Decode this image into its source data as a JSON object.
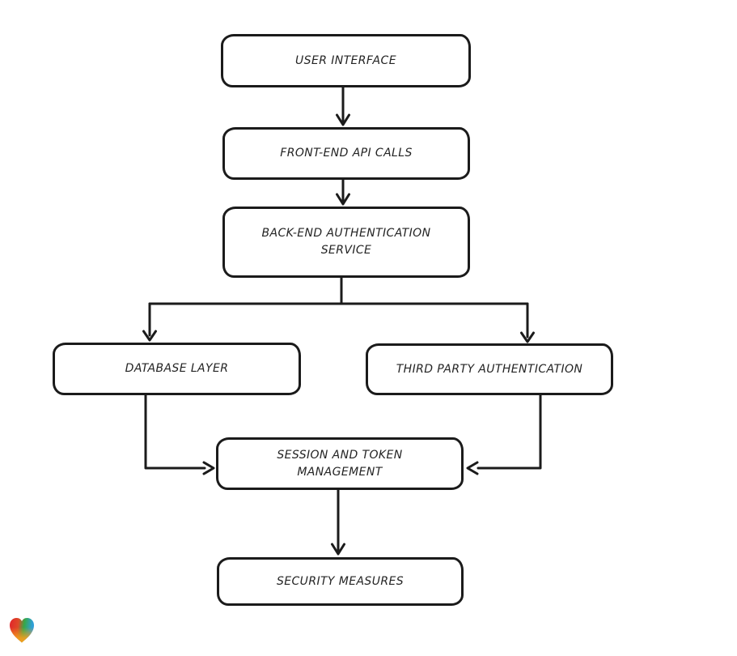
{
  "colors": {
    "background": "#ffffff",
    "stroke": "#1b1b1b",
    "text": "#242424",
    "node_fill": "#ffffff"
  },
  "diagram": {
    "type": "flowchart",
    "nodes": [
      {
        "id": "user-interface",
        "label": "USER INTERFACE"
      },
      {
        "id": "front-end-api-calls",
        "label": "FRONT-END API CALLS"
      },
      {
        "id": "back-end-authentication-service",
        "label": "BACK-END AUTHENTICATION SERVICE"
      },
      {
        "id": "database-layer",
        "label": "DATABASE LAYER"
      },
      {
        "id": "third-party-authentication",
        "label": "THIRD PARTY AUTHENTICATION"
      },
      {
        "id": "session-and-token-management",
        "label": "SESSION AND TOKEN MANAGEMENT"
      },
      {
        "id": "security-measures",
        "label": "SECURITY MEASURES"
      }
    ],
    "edges": [
      {
        "from": "user-interface",
        "to": "front-end-api-calls"
      },
      {
        "from": "front-end-api-calls",
        "to": "back-end-authentication-service"
      },
      {
        "from": "back-end-authentication-service",
        "to": "database-layer"
      },
      {
        "from": "back-end-authentication-service",
        "to": "third-party-authentication"
      },
      {
        "from": "database-layer",
        "to": "session-and-token-management"
      },
      {
        "from": "third-party-authentication",
        "to": "session-and-token-management"
      },
      {
        "from": "session-and-token-management",
        "to": "security-measures"
      }
    ]
  },
  "logo": {
    "name": "gradient-heart-logo",
    "colors": [
      "#e3242b",
      "#35a847",
      "#2f9fd8",
      "#f59e1d"
    ]
  }
}
